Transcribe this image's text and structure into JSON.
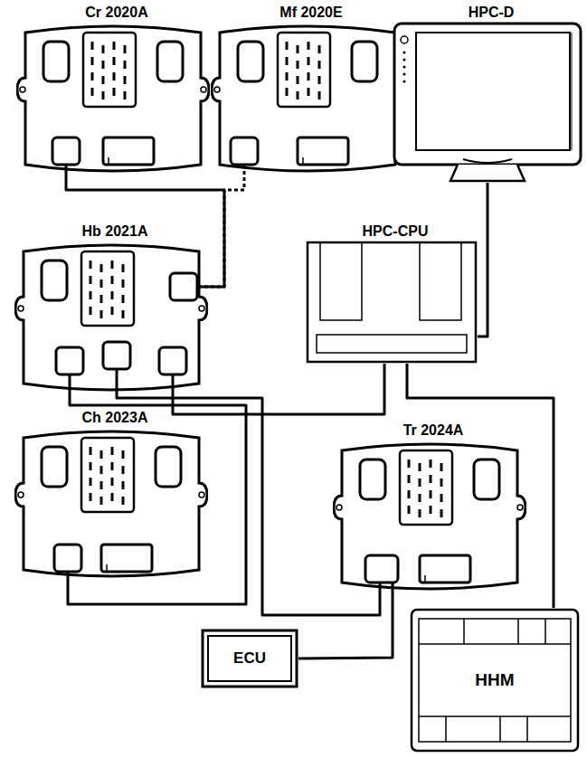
{
  "diagram": {
    "nodes": [
      {
        "text": [
          "Cr 2020A"
        ]
      },
      {
        "text": [
          "Mf 2020E"
        ]
      },
      {
        "text": [
          "HPC-D"
        ]
      },
      {
        "text": [
          "Hb 2021A"
        ]
      },
      {
        "text": [
          "HPC-CPU"
        ]
      },
      {
        "text": [
          "Ch 2023A"
        ]
      },
      {
        "text": [
          "Tr 2024A"
        ]
      },
      {
        "text": [
          "ECU"
        ]
      },
      {
        "text": [
          "HHM"
        ]
      }
    ],
    "edges": [
      {
        "from": 0,
        "to": 3,
        "arrow": "none"
      },
      {
        "from": 1,
        "to": 3,
        "arrow": "none"
      },
      {
        "from": 2,
        "to": 4,
        "arrow": "none"
      },
      {
        "from": 3,
        "to": 5,
        "arrow": "none"
      },
      {
        "from": 3,
        "to": 6,
        "arrow": "none"
      },
      {
        "from": 3,
        "to": 4,
        "arrow": "none"
      },
      {
        "from": 4,
        "to": 8,
        "arrow": "none"
      },
      {
        "from": 6,
        "to": 7,
        "arrow": "none"
      }
    ]
  }
}
